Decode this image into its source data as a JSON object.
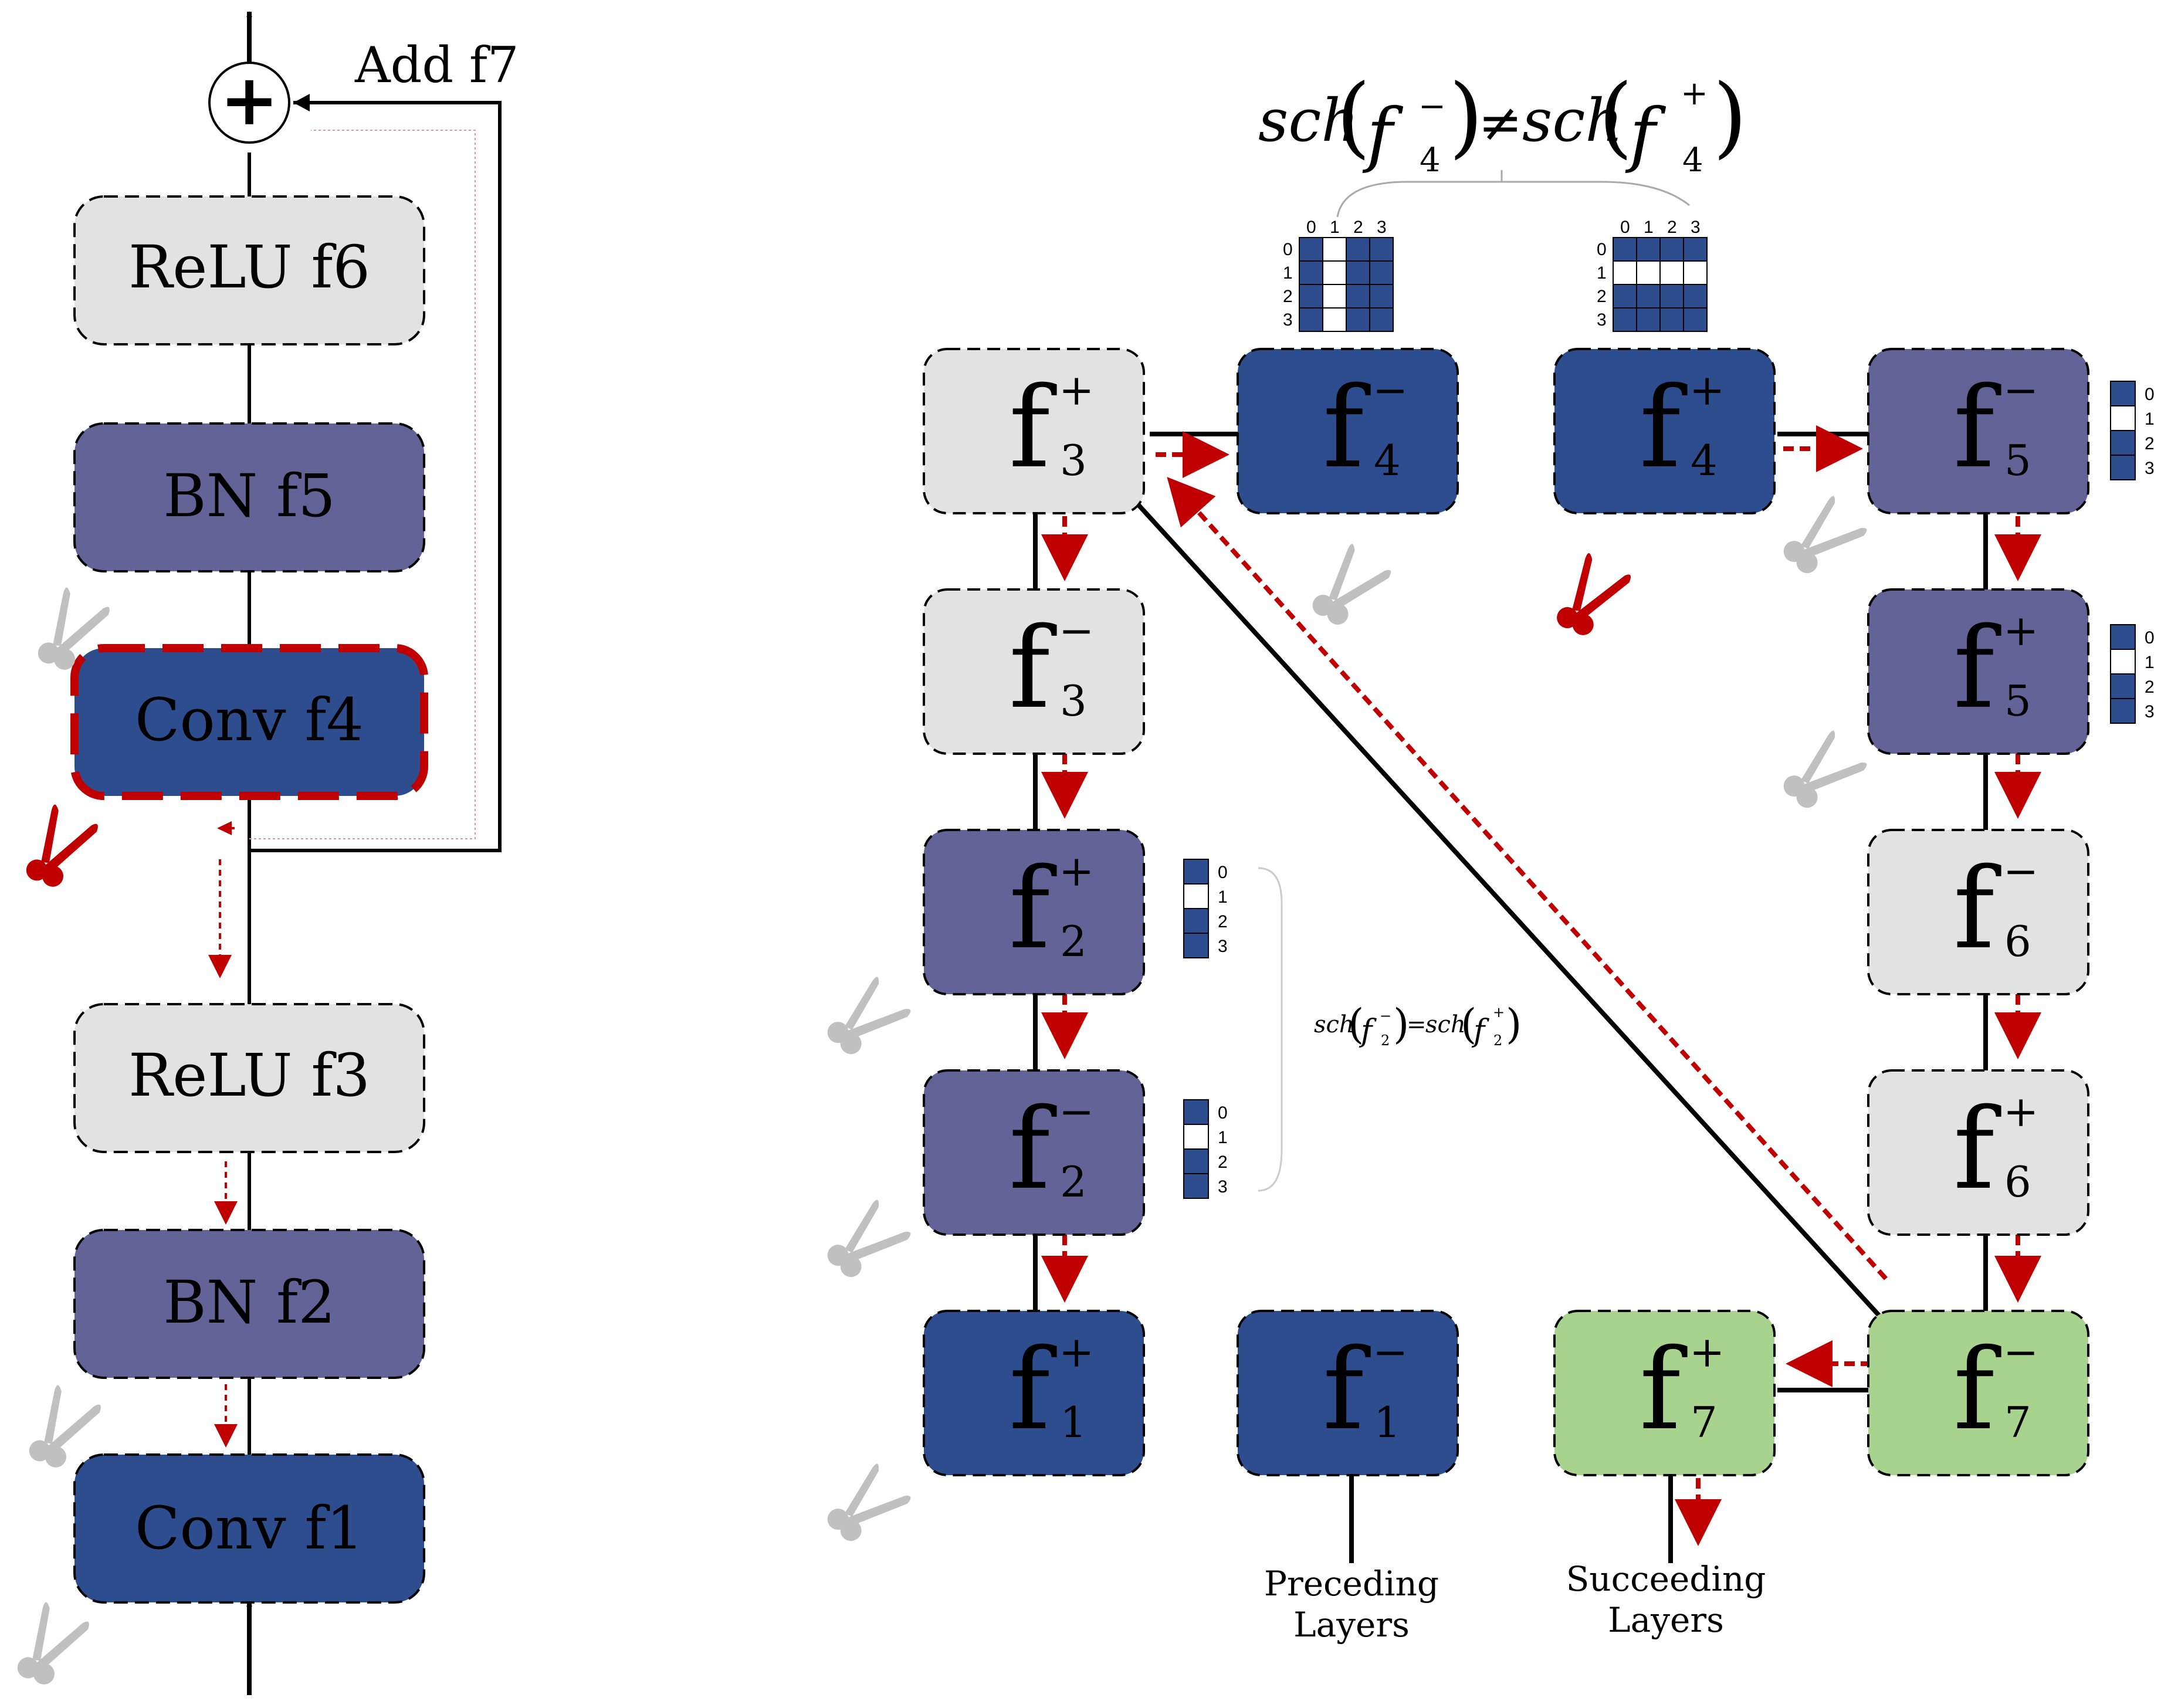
{
  "colors": {
    "conv": "#2e4d8e",
    "bn": "#636398",
    "relu": "#e2e2e2",
    "add": "#a8d38f",
    "highlight": "#c00000",
    "scissor_grey": "#c0c0c0",
    "line": "#000000",
    "cell_blue": "#2e4d8e"
  },
  "left": {
    "add_label": "Add f7",
    "add_symbol": "+",
    "blocks": [
      {
        "id": "relu6",
        "label": "ReLU f6",
        "kind": "relu"
      },
      {
        "id": "bn5",
        "label": "BN f5",
        "kind": "bn"
      },
      {
        "id": "conv4",
        "label": "Conv f4",
        "kind": "conv"
      },
      {
        "id": "relu3",
        "label": "ReLU f3",
        "kind": "relu"
      },
      {
        "id": "bn2",
        "label": "BN f2",
        "kind": "bn"
      },
      {
        "id": "conv1",
        "label": "Conv f1",
        "kind": "conv"
      }
    ]
  },
  "right": {
    "equation_top": {
      "lhs": "sch",
      "lhs_arg": "f",
      "lhs_sub": "4",
      "lhs_sup": "−",
      "op": "≠",
      "rhs": "sch",
      "rhs_arg": "f",
      "rhs_sub": "4",
      "rhs_sup": "+"
    },
    "equation_mid": {
      "lhs": "sch",
      "lhs_arg": "f",
      "lhs_sub": "2",
      "lhs_sup": "−",
      "op": "=",
      "rhs": "sch",
      "rhs_arg": "f",
      "rhs_sub": "2",
      "rhs_sup": "+"
    },
    "nodes": [
      {
        "id": "f3p",
        "letter": "f",
        "sub": "3",
        "sup": "+",
        "kind": "relu"
      },
      {
        "id": "f4m",
        "letter": "f",
        "sub": "4",
        "sup": "−",
        "kind": "conv"
      },
      {
        "id": "f4p",
        "letter": "f",
        "sub": "4",
        "sup": "+",
        "kind": "conv"
      },
      {
        "id": "f5m",
        "letter": "f",
        "sub": "5",
        "sup": "−",
        "kind": "bn"
      },
      {
        "id": "f3m",
        "letter": "f",
        "sub": "3",
        "sup": "−",
        "kind": "relu"
      },
      {
        "id": "f5p",
        "letter": "f",
        "sub": "5",
        "sup": "+",
        "kind": "bn"
      },
      {
        "id": "f2p",
        "letter": "f",
        "sub": "2",
        "sup": "+",
        "kind": "bn"
      },
      {
        "id": "f6m",
        "letter": "f",
        "sub": "6",
        "sup": "−",
        "kind": "relu"
      },
      {
        "id": "f2m",
        "letter": "f",
        "sub": "2",
        "sup": "−",
        "kind": "bn"
      },
      {
        "id": "f6p",
        "letter": "f",
        "sub": "6",
        "sup": "+",
        "kind": "relu"
      },
      {
        "id": "f1p",
        "letter": "f",
        "sub": "1",
        "sup": "+",
        "kind": "conv"
      },
      {
        "id": "f1m",
        "letter": "f",
        "sub": "1",
        "sup": "−",
        "kind": "conv"
      },
      {
        "id": "f7p",
        "letter": "f",
        "sub": "7",
        "sup": "+",
        "kind": "add"
      },
      {
        "id": "f7m",
        "letter": "f",
        "sub": "7",
        "sup": "−",
        "kind": "add"
      }
    ],
    "grid_labels": [
      "0",
      "1",
      "2",
      "3"
    ],
    "grid_f4m_white_col": "1",
    "grid_f4p_white_row": "1",
    "vector_white_row": "1",
    "preceding_label": [
      "Preceding",
      "Layers"
    ],
    "succeeding_label": [
      "Succeeding",
      "Layers"
    ]
  }
}
